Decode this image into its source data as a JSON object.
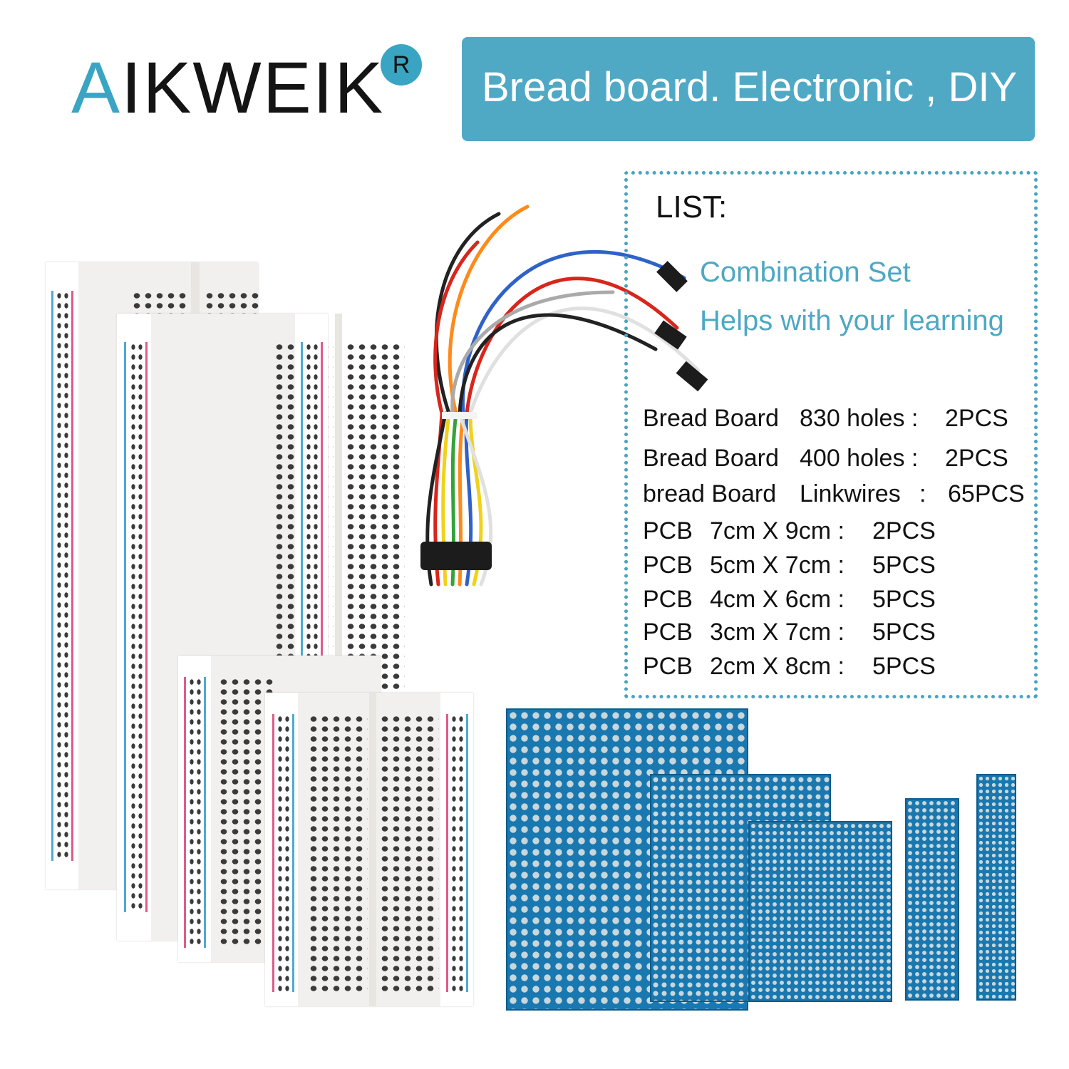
{
  "brand": {
    "first_letter": "A",
    "rest": "IKWEIK",
    "registered_mark": "R"
  },
  "banner": {
    "text": "Bread board. Electronic , DIY"
  },
  "list": {
    "title": "LIST:",
    "tagline1": "Combination Set",
    "tagline2": "Helps with your learning",
    "items": [
      {
        "a": "Bread Board",
        "b": "830 holes :",
        "c": "2PCS"
      },
      {
        "a": "Bread Board",
        "b": "400 holes :",
        "c": "2PCS"
      },
      {
        "a": "bread Board",
        "b": "Linkwires",
        "sep": ":",
        "c": "65PCS"
      },
      {
        "a": "PCB",
        "b": "7cm X 9cm :",
        "c": "2PCS"
      },
      {
        "a": "PCB",
        "b": "5cm X 7cm :",
        "c": "5PCS"
      },
      {
        "a": "PCB",
        "b": "4cm X 6cm :",
        "c": "5PCS"
      },
      {
        "a": "PCB",
        "b": "3cm X 7cm :",
        "c": "5PCS"
      },
      {
        "a": "PCB",
        "b": "2cm X 8cm :",
        "c": "5PCS"
      }
    ]
  },
  "colors": {
    "accent": "#4fa9c5",
    "pcb_blue": "#1a78b0",
    "rail_red": "#e05a8a",
    "rail_blue": "#4eaad0"
  }
}
